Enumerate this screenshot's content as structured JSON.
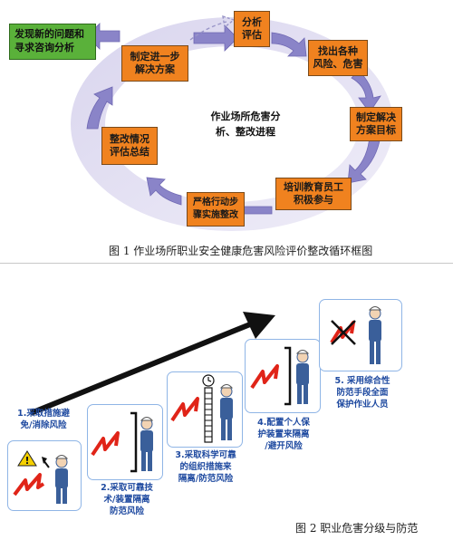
{
  "figure1": {
    "center": "作业场所危害分\n析、整改进程",
    "discover": "发现新的问题和\n寻求咨询分析",
    "boxes": {
      "analyze": "分析\n评估",
      "find": "找出各种\n风险、危害",
      "plan": "制定解决\n方案目标",
      "train": "培训教育员工\n积极参与",
      "implement": "严格行动步\n骤实施整改",
      "review": "整改情况\n评估总结",
      "further": "制定进一步\n解决方案"
    },
    "caption": "图 1    作业场所职业安全健康危害风险评价整改循环框图"
  },
  "figure2": {
    "steps": [
      "1.采取措施避\n免/消除风险",
      "2.采取可靠技\n术/装置隔离\n防范风险",
      "3.采取科学可靠\n的组织措施来\n隔离/防范风险",
      "4.配置个人保\n护装置来隔离\n/避开风险",
      "5. 采用综合性\n防范手段全面\n保护作业人员"
    ],
    "caption": "图 2    职业危害分级与防范"
  },
  "colors": {
    "box_orange": "#f0821f",
    "box_green": "#5ab13a",
    "arrow_purple": "#8a84c8",
    "ring_lavender": "#e6e3f3",
    "step_blue": "#1f4aa0",
    "panel_border": "#8fb5e6",
    "hazard_red": "#e02418",
    "worker_blue": "#3a5f9a"
  }
}
